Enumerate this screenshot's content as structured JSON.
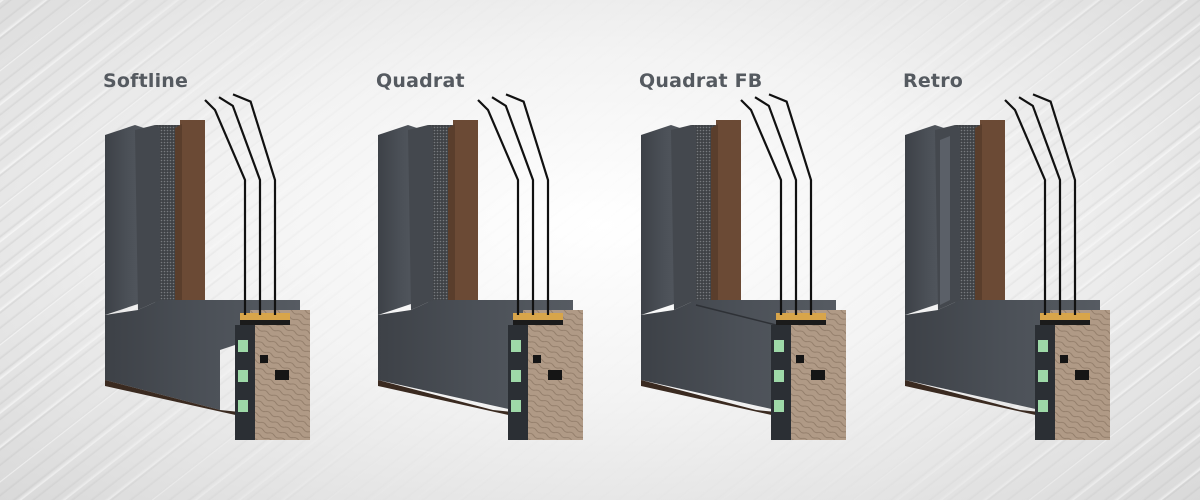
{
  "products": [
    {
      "name": "Softline",
      "profile": "rounded"
    },
    {
      "name": "Quadrat",
      "profile": "square"
    },
    {
      "name": "Quadrat FB",
      "profile": "square-flush"
    },
    {
      "name": "Retro",
      "profile": "retro"
    }
  ],
  "colors": {
    "aluminium": "#4b5057",
    "aluminium_side": "#3a3e44",
    "wood": "#6b4a35",
    "wood_section": "#b09a86",
    "seal_green": "#9ed9a8",
    "seal_black": "#151515",
    "spacer": "#d8a54a"
  }
}
